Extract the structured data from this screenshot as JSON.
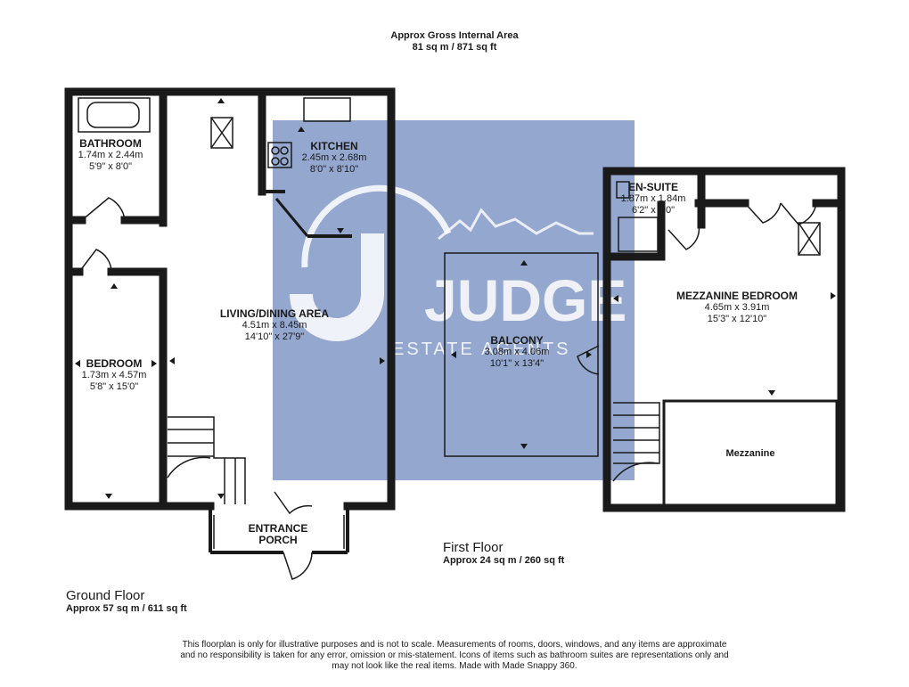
{
  "header": {
    "title": "Approx Gross Internal Area",
    "area": "81 sq m / 871 sq ft"
  },
  "ground_floor": {
    "title": "Ground Floor",
    "area": "Approx 57 sq m / 611 sq ft",
    "rooms": [
      {
        "name": "BATHROOM",
        "metric": "1.74m x 2.44m",
        "imperial": "5'9\" x 8'0\""
      },
      {
        "name": "KITCHEN",
        "metric": "2.45m x 2.68m",
        "imperial": "8'0\" x 8'10\""
      },
      {
        "name": "LIVING/DINING AREA",
        "metric": "4.51m x 8.45m",
        "imperial": "14'10\" x 27'9\""
      },
      {
        "name": "BEDROOM",
        "metric": "1.73m x 4.57m",
        "imperial": "5'8\" x 15'0\""
      },
      {
        "name": "ENTRANCE",
        "line2": "PORCH"
      }
    ]
  },
  "first_floor": {
    "title": "First Floor",
    "area": "Approx 24 sq m / 260 sq ft",
    "rooms": [
      {
        "name": "EN-SUITE",
        "metric": "1.87m x 1.84m",
        "imperial": "6'2\" x 6'0\""
      },
      {
        "name": "MEZZANINE BEDROOM",
        "metric": "4.65m x 3.91m",
        "imperial": "15'3\" x 12'10\""
      },
      {
        "name": "BALCONY",
        "metric": "3.08m x 4.06m",
        "imperial": "10'1\" x 13'4\""
      },
      {
        "name": "Mezzanine"
      }
    ]
  },
  "watermark": {
    "brand": "JUDGE",
    "tagline": "ESTATE AGENTS",
    "color": "#3d5fa8"
  },
  "disclaimer": {
    "line1": "This floorplan is only for illustrative purposes and is not to scale. Measurements of rooms, doors, windows, and any items are approximate",
    "line2": "and no responsibility is taken for any error, omission or mis-statement. Icons of items such as bathroom suites are representations only and",
    "line3": "may not look like the real items. Made with Made Snappy 360."
  },
  "colors": {
    "wall": "#1a1a1a",
    "text": "#1a1a1a"
  }
}
